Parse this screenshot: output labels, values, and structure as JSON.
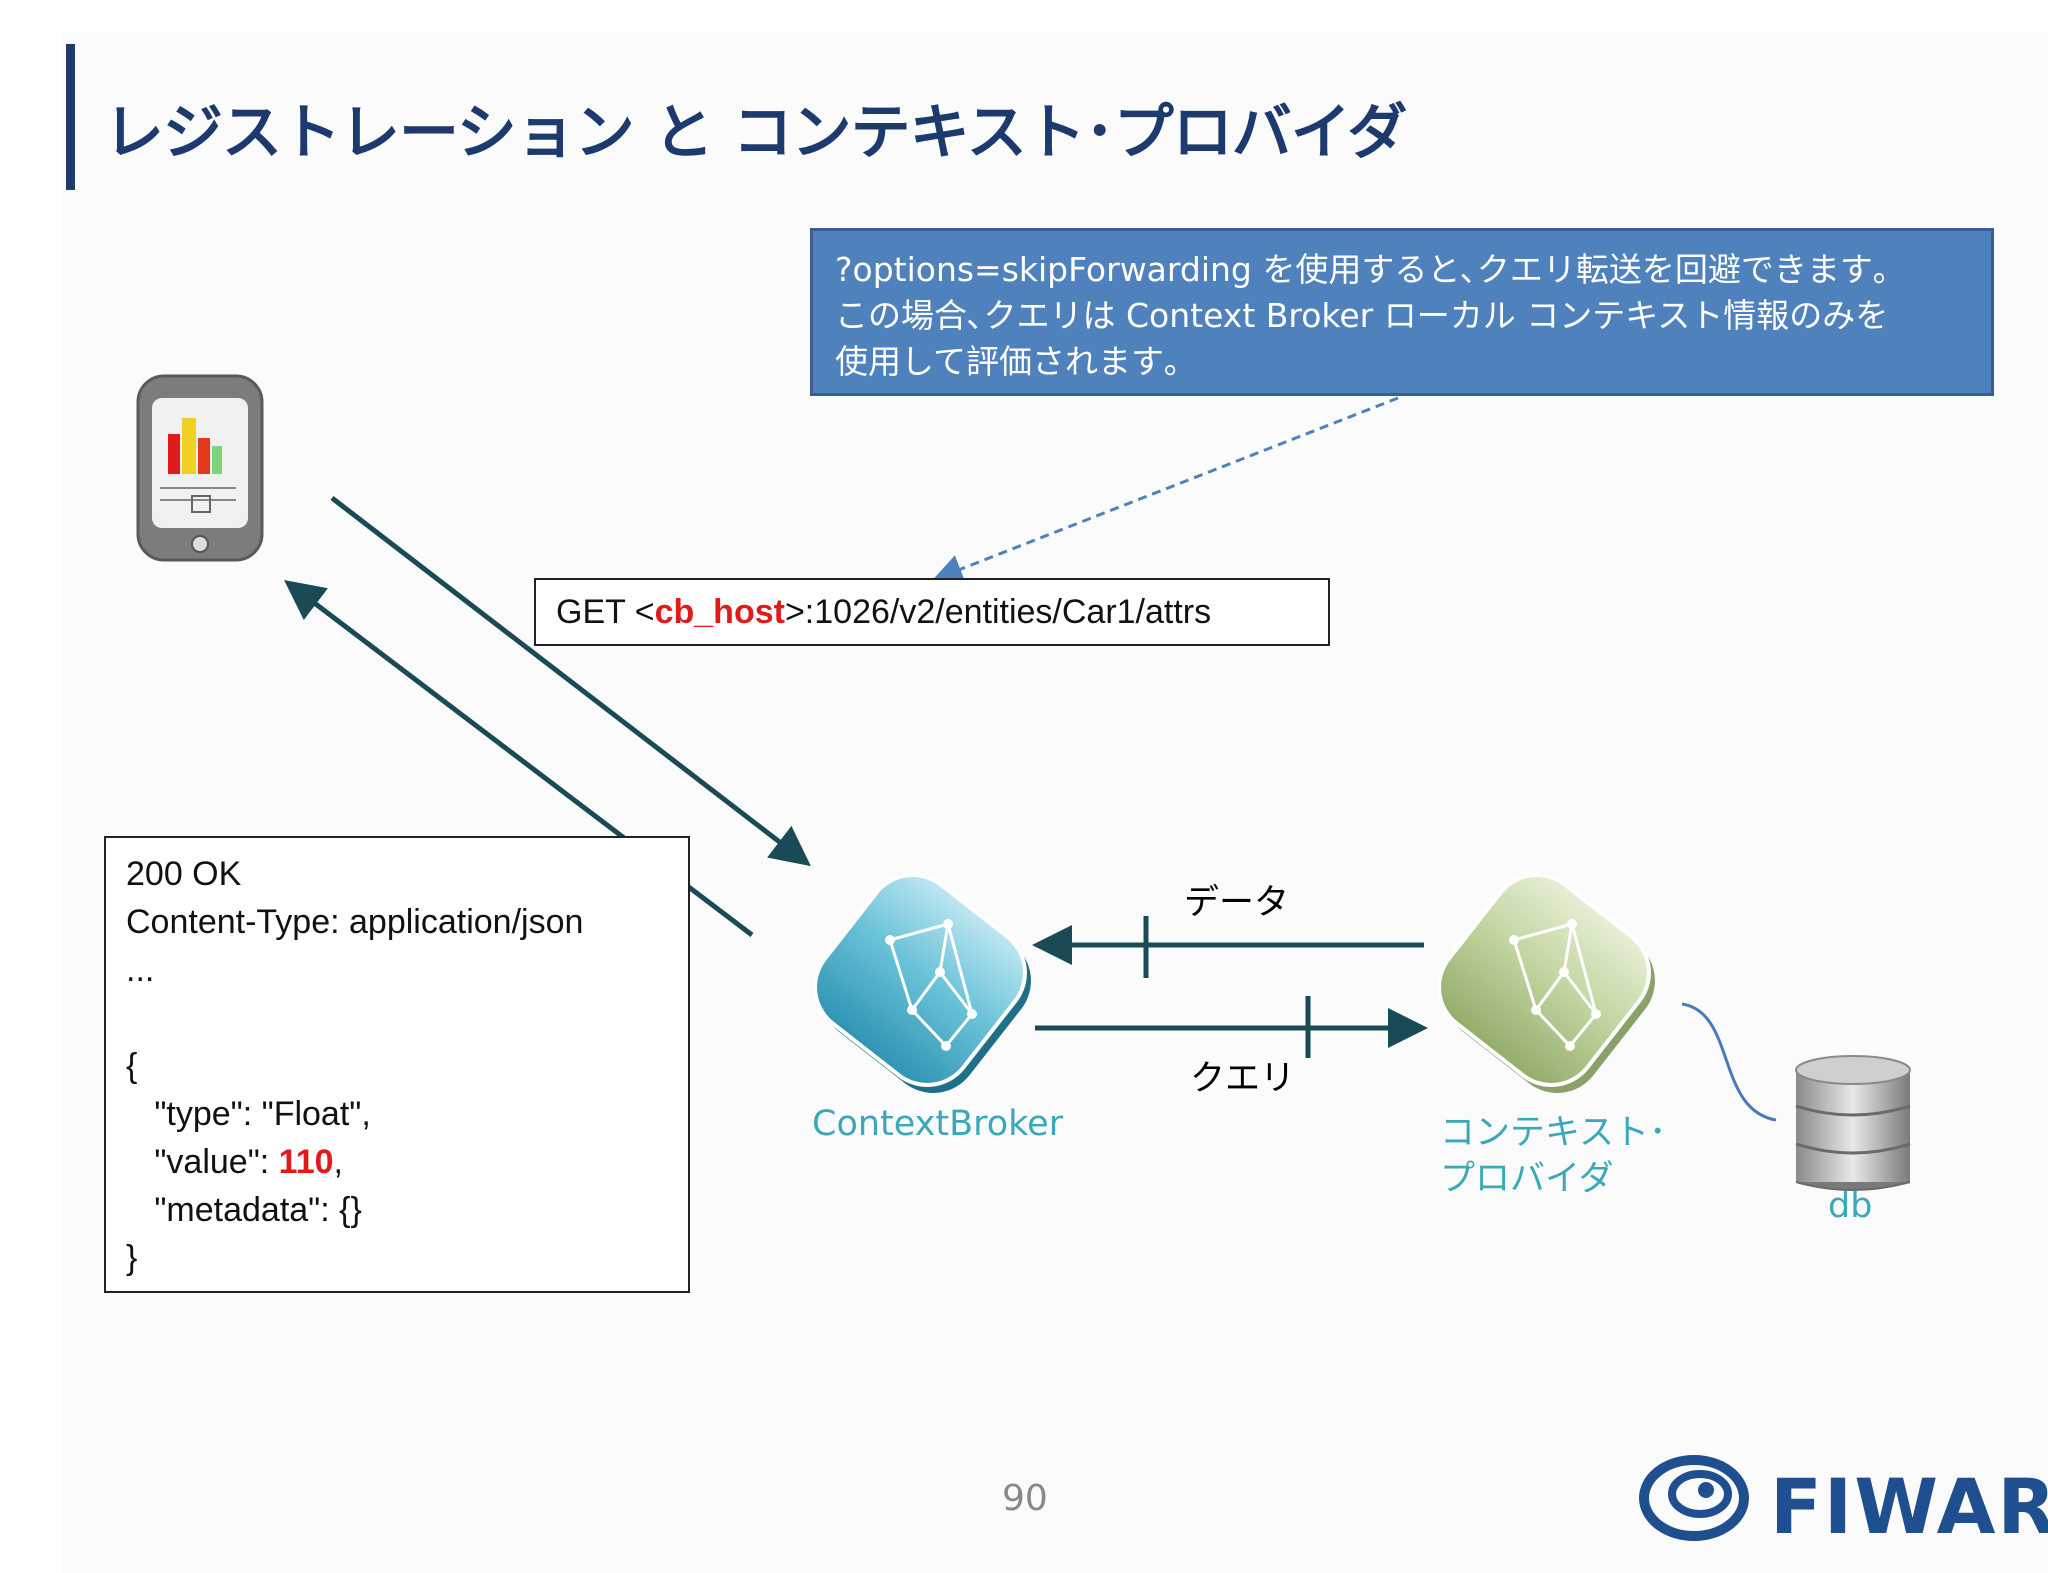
{
  "title": "レジストレーション と コンテキスト･プロバイダ",
  "note": {
    "lines": [
      "?options=skipForwarding を使用すると､クエリ転送を回避できます｡",
      "この場合､クエリは Context Broker ローカル コンテキスト情報のみを",
      "使用して評価されます｡"
    ]
  },
  "request": {
    "prefix": "GET <",
    "host": "cb_host",
    "suffix": ">:1026/v2/entities/Car1/attrs"
  },
  "response": {
    "status": "200 OK",
    "content_type": "Content-Type: application/json",
    "ellipsis": "...",
    "open_brace": "{",
    "type_line": "   \"type\": \"Float\",",
    "value_prefix": "   \"value\": ",
    "value": "110",
    "value_suffix": ",",
    "metadata_line": "   \"metadata\": {}",
    "close_brace": "}"
  },
  "labels": {
    "data": "データ",
    "query": "クエリ",
    "context_broker": "ContextBroker",
    "context_provider_line1": "コンテキスト･",
    "context_provider_line2": "プロバイダ",
    "db": "db"
  },
  "icons": {
    "smartphone": "smartphone-icon",
    "context_broker": "context-broker-icon",
    "context_provider": "context-provider-icon",
    "database": "database-icon",
    "fiware_logo": "fiware-logo"
  },
  "colors": {
    "title": "#1c3a6d",
    "note_bg": "#4f81bd",
    "arrow": "#1a4a55",
    "highlight": "#e01b1b",
    "label_teal": "#3ba7bb",
    "broker": "#5bb8d0",
    "provider": "#b7cc94",
    "fiware": "#1f4f8f"
  },
  "page_number": "90",
  "logo_text": "FIWARE"
}
